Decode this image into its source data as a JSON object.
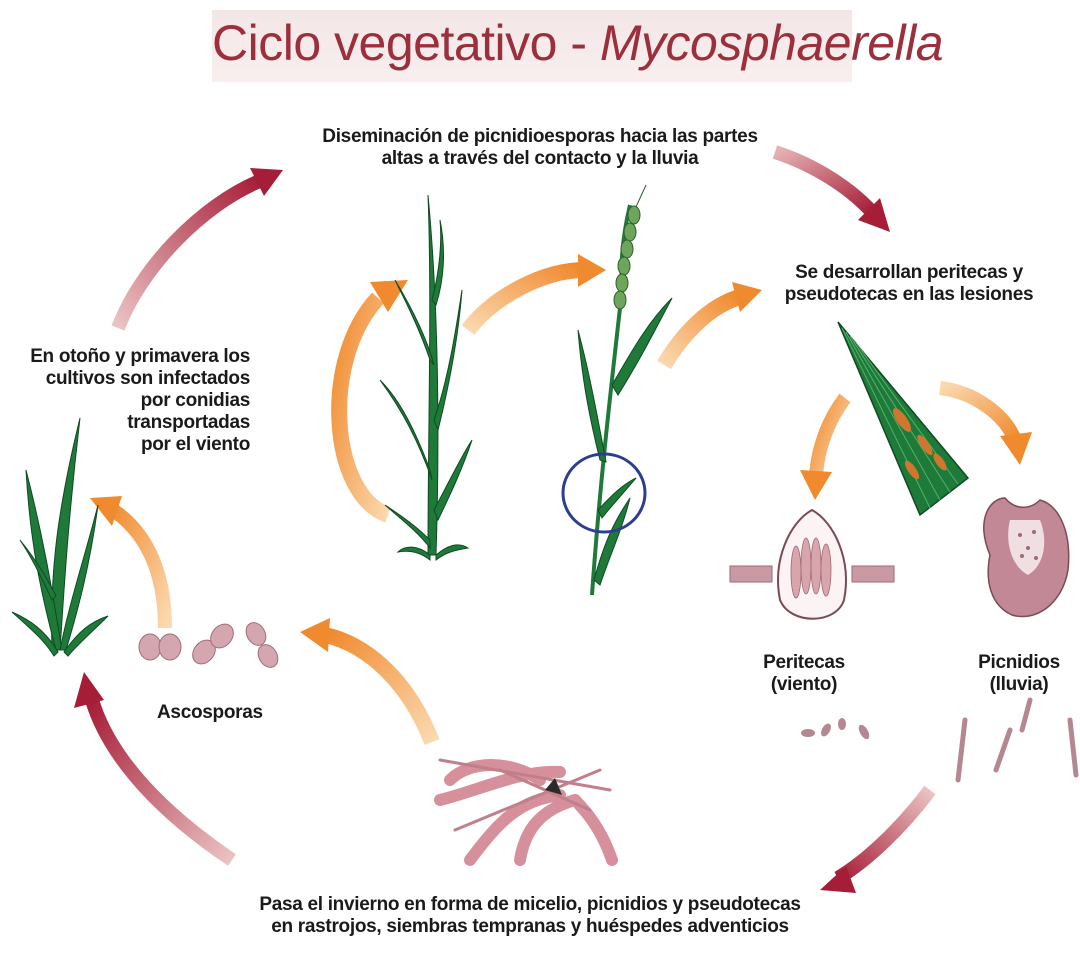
{
  "title": {
    "prefix": "Ciclo vegetativo - ",
    "genus": "Mycosphaerella"
  },
  "labels": {
    "dissemination": [
      "Diseminación de picnidioesporas hacia las partes",
      "altas a través del contacto y la lluvia"
    ],
    "lesions": [
      "Se desarrollan peritecas y",
      "pseudotecas en las lesiones"
    ],
    "infection": [
      "En otoño y primavera los",
      "cultivos son infectados",
      "por conidias",
      "transportadas",
      "por el viento"
    ],
    "ascospores": "Ascosporas",
    "perithecia": [
      "Peritecas",
      "(viento)"
    ],
    "pycnidia": [
      "Picnidios",
      "(lluvia)"
    ],
    "overwinter": [
      "Pasa el invierno en forma de micelio, picnidios y pseudotecas",
      "en rastrojos, siembras tempranas y huéspedes adventicios"
    ]
  },
  "colors": {
    "cycle_arrow": "#a51d36",
    "cycle_arrow_light": "#e9c2c2",
    "stage_arrow": "#f08a2e",
    "stage_arrow_light": "#f8d2a8",
    "leaf": "#1f7a3a",
    "spore": "#c99aa3",
    "circle": "#2d3e8f",
    "title": "#9c2f3c"
  }
}
